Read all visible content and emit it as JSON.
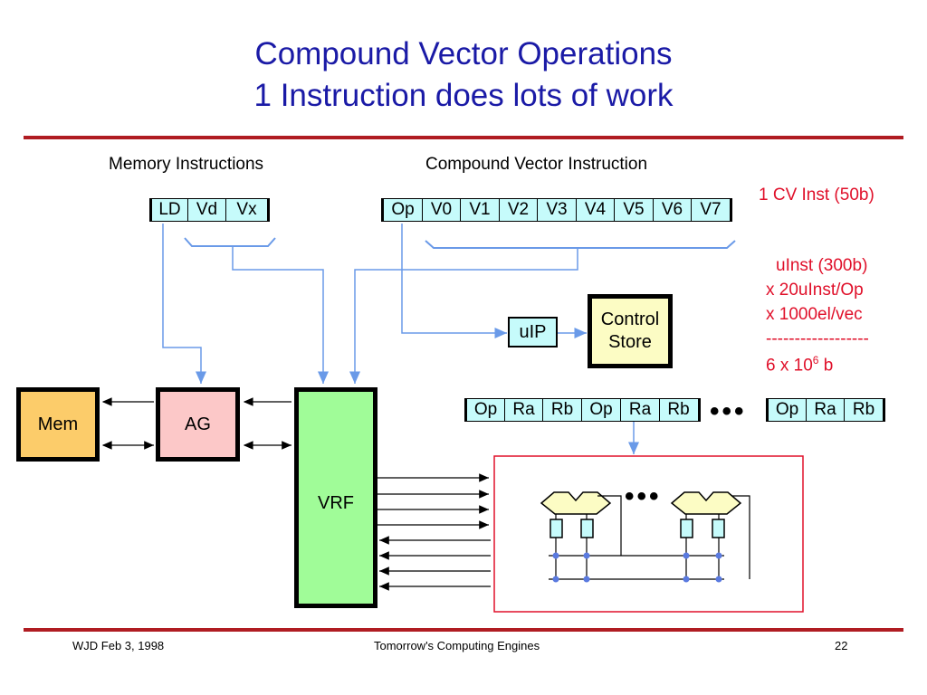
{
  "slide": {
    "title_line1": "Compound Vector Operations",
    "title_line2": "1 Instruction does lots of work"
  },
  "headers": {
    "memory": "Memory Instructions",
    "compound": "Compound Vector Instruction"
  },
  "memory_fields": [
    "LD",
    "Vd",
    "Vx"
  ],
  "cv_fields": [
    "Op",
    "V0",
    "V1",
    "V2",
    "V3",
    "V4",
    "V5",
    "V6",
    "V7"
  ],
  "uinst_fields": [
    "Op",
    "Ra",
    "Rb",
    "Op",
    "Ra",
    "Rb"
  ],
  "uinst_fields_last": [
    "Op",
    "Ra",
    "Rb"
  ],
  "annotations": {
    "cv_inst": "1 CV Inst (50b)",
    "uinst": "uInst (300b)",
    "per_op": "x 20uInst/Op",
    "per_vec": "x 1000el/vec",
    "separator": "------------------",
    "total_base": "6 x 10",
    "total_exp": "6",
    "total_unit": " b"
  },
  "blocks": {
    "mem": "Mem",
    "ag": "AG",
    "vrf": "VRF",
    "uip": "uIP",
    "control_line1": "Control",
    "control_line2": "Store"
  },
  "ellipsis": "•••",
  "colors": {
    "title": "#1a1aa6",
    "rule": "#b01c22",
    "annotation": "#e0102a",
    "field": "#c6fbfb",
    "mem": "#fccc6a",
    "ag": "#fcc8c8",
    "vrf": "#a0fc98",
    "control": "#fcfcc4",
    "wire": "#6a9ae8"
  },
  "footer": {
    "left": "WJD Feb 3, 1998",
    "center": "Tomorrow's Computing Engines",
    "page": "22"
  }
}
